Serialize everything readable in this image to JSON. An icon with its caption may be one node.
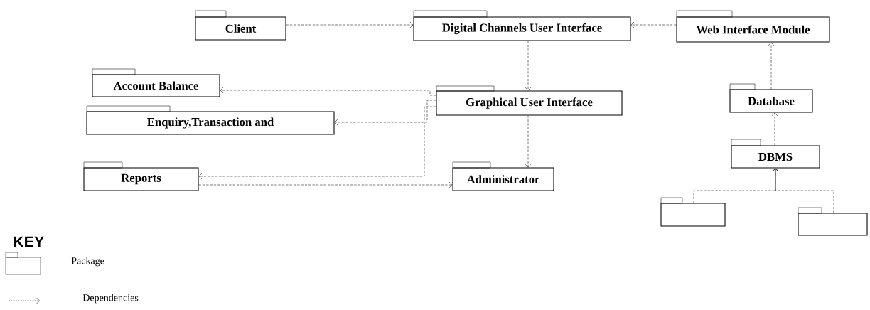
{
  "diagram": {
    "nodes": [
      {
        "text": [
          "Client"
        ]
      },
      {
        "text": [
          "Digital Channels User Interface"
        ]
      },
      {
        "text": [
          "Web Interface Module"
        ]
      },
      {
        "text": [
          "Account Balance"
        ]
      },
      {
        "text": [
          "Enquiry,Transaction and"
        ]
      },
      {
        "text": [
          "Graphical User Interface"
        ]
      },
      {
        "text": [
          "Database"
        ]
      },
      {
        "text": [
          "DBMS"
        ]
      },
      {
        "text": [
          "Reports"
        ]
      },
      {
        "text": [
          "Administrator"
        ]
      },
      {
        "text": [],
        "shape": "box"
      },
      {
        "text": [],
        "shape": "box"
      }
    ],
    "edges": [
      {
        "from": 0,
        "to": 1,
        "arrow": "to"
      },
      {
        "from": 2,
        "to": 1,
        "arrow": "to"
      },
      {
        "from": 1,
        "to": 5,
        "arrow": "to"
      },
      {
        "from": 5,
        "to": 3,
        "arrow": "to"
      },
      {
        "from": 5,
        "to": 4,
        "arrow": "to"
      },
      {
        "from": 5,
        "to": 8,
        "arrow": "to"
      },
      {
        "from": 5,
        "to": 9,
        "arrow": "to"
      },
      {
        "from": 8,
        "to": 9,
        "arrow": "to"
      },
      {
        "from": 6,
        "to": 2,
        "arrow": "to"
      },
      {
        "from": 7,
        "to": 6,
        "arrow": "to"
      },
      {
        "from": 10,
        "to": 7,
        "arrow": "to"
      },
      {
        "from": 11,
        "to": 7,
        "arrow": "to"
      }
    ],
    "labels": [
      "KEY"
    ],
    "legend": [
      {
        "text": "Package"
      },
      {
        "text": "Dependencies"
      }
    ]
  }
}
